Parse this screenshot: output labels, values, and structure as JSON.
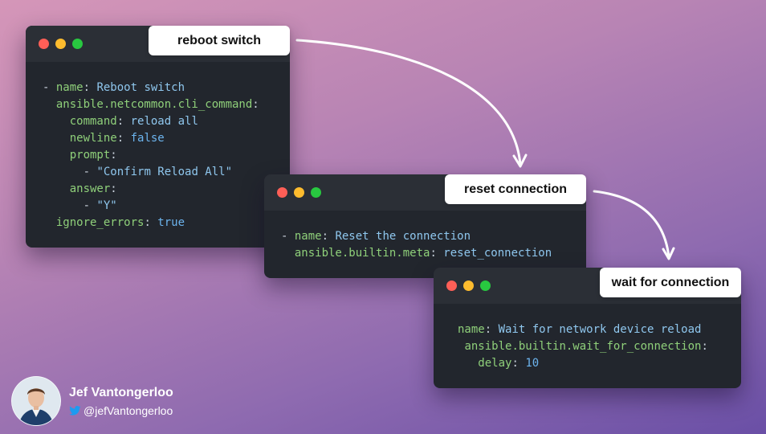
{
  "windows": [
    {
      "label": "reboot switch",
      "lines": [
        [
          {
            "t": "- ",
            "c": "p"
          },
          {
            "t": "name",
            "c": "k"
          },
          {
            "t": ": ",
            "c": "p"
          },
          {
            "t": "Reboot switch",
            "c": "v"
          }
        ],
        [
          {
            "t": "  ",
            "c": "p"
          },
          {
            "t": "ansible.netcommon.cli_command",
            "c": "k"
          },
          {
            "t": ":",
            "c": "p"
          }
        ],
        [
          {
            "t": "    ",
            "c": "p"
          },
          {
            "t": "command",
            "c": "k"
          },
          {
            "t": ": ",
            "c": "p"
          },
          {
            "t": "reload all",
            "c": "v"
          }
        ],
        [
          {
            "t": "    ",
            "c": "p"
          },
          {
            "t": "newline",
            "c": "k"
          },
          {
            "t": ": ",
            "c": "p"
          },
          {
            "t": "false",
            "c": "b"
          }
        ],
        [
          {
            "t": "    ",
            "c": "p"
          },
          {
            "t": "prompt",
            "c": "k"
          },
          {
            "t": ":",
            "c": "p"
          }
        ],
        [
          {
            "t": "      - ",
            "c": "p"
          },
          {
            "t": "\"Confirm Reload All\"",
            "c": "v"
          }
        ],
        [
          {
            "t": "    ",
            "c": "p"
          },
          {
            "t": "answer",
            "c": "k"
          },
          {
            "t": ":",
            "c": "p"
          }
        ],
        [
          {
            "t": "      - ",
            "c": "p"
          },
          {
            "t": "\"Y\"",
            "c": "v"
          }
        ],
        [
          {
            "t": "  ",
            "c": "p"
          },
          {
            "t": "ignore_errors",
            "c": "k"
          },
          {
            "t": ": ",
            "c": "p"
          },
          {
            "t": "true",
            "c": "b"
          }
        ]
      ]
    },
    {
      "label": "reset connection",
      "lines": [
        [
          {
            "t": "- ",
            "c": "p"
          },
          {
            "t": "name",
            "c": "k"
          },
          {
            "t": ": ",
            "c": "p"
          },
          {
            "t": "Reset the connection",
            "c": "v"
          }
        ],
        [
          {
            "t": "  ",
            "c": "p"
          },
          {
            "t": "ansible.builtin.meta",
            "c": "k"
          },
          {
            "t": ": ",
            "c": "p"
          },
          {
            "t": "reset_connection",
            "c": "v"
          }
        ]
      ]
    },
    {
      "label": "wait for connection",
      "lines": [
        [
          {
            "t": "name",
            "c": "k"
          },
          {
            "t": ": ",
            "c": "p"
          },
          {
            "t": "Wait for network device reload",
            "c": "v"
          }
        ],
        [
          {
            "t": " ",
            "c": "p"
          },
          {
            "t": "ansible.builtin.wait_for_connection",
            "c": "k"
          },
          {
            "t": ":",
            "c": "p"
          }
        ],
        [
          {
            "t": "   ",
            "c": "p"
          },
          {
            "t": "delay",
            "c": "k"
          },
          {
            "t": ": ",
            "c": "p"
          },
          {
            "t": "10",
            "c": "n"
          }
        ]
      ]
    }
  ],
  "author": {
    "name": "Jef Vantongerloo",
    "handle": "@jefVantongerloo",
    "social_icon": "twitter-bird-icon"
  },
  "colors": {
    "key": "#8fd07a",
    "value": "#8fc7ee",
    "bool": "#6cb4ee",
    "window_bg": "#22262d",
    "titlebar_bg": "#2b2f36",
    "twitter": "#1d9bf0"
  }
}
